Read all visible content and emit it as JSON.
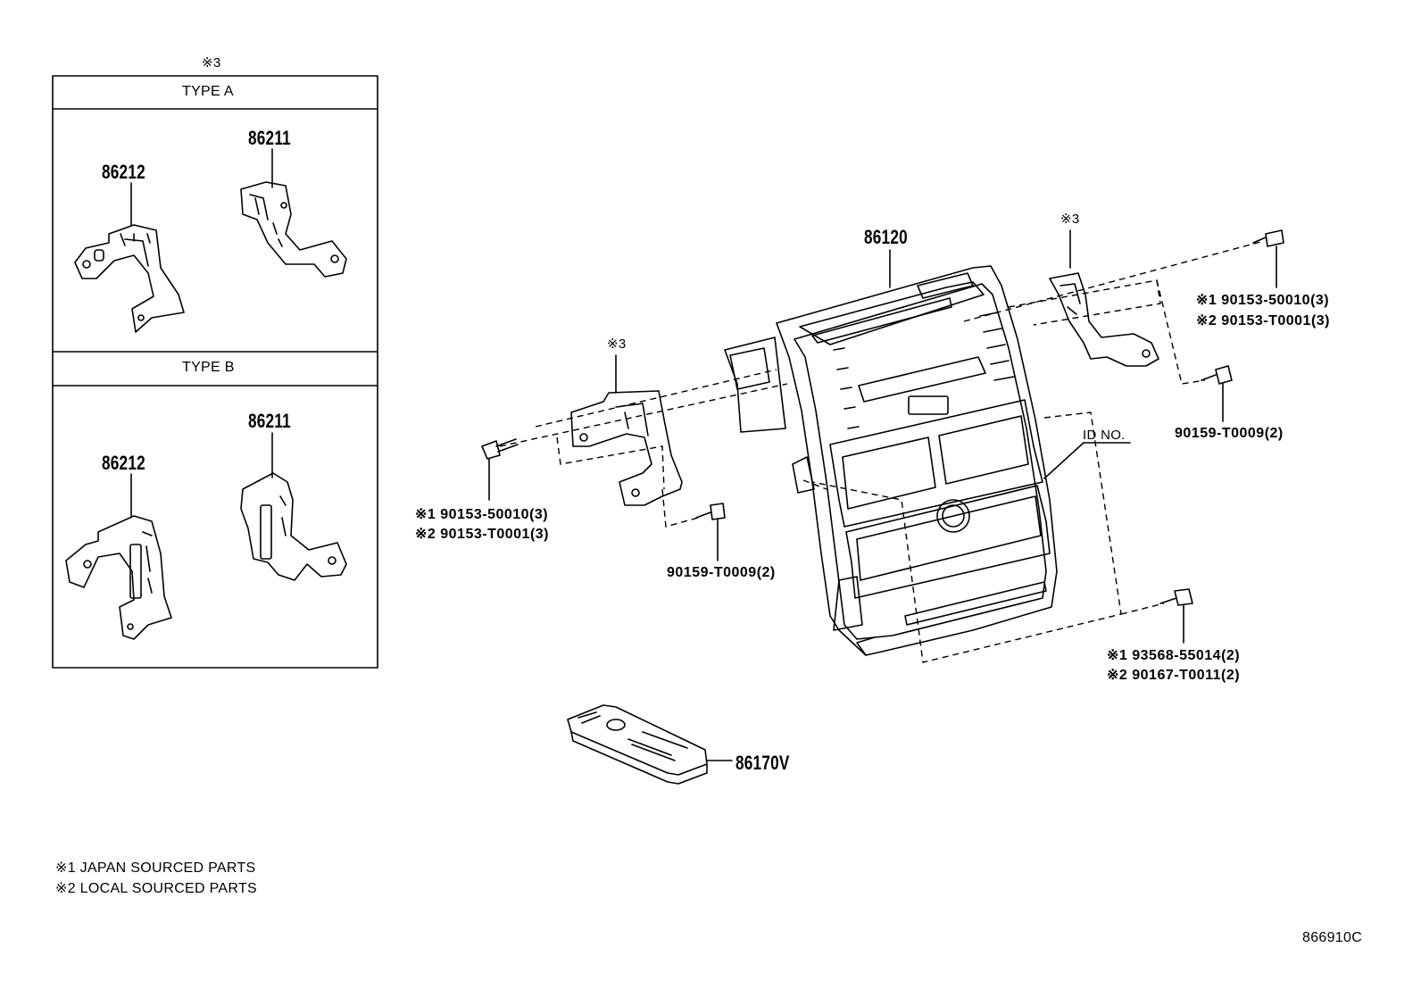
{
  "inset": {
    "note_mark": "※3",
    "type_a": {
      "title": "TYPE A",
      "part_left": "86212",
      "part_right": "86211"
    },
    "type_b": {
      "title": "TYPE B",
      "part_left": "86212",
      "part_right": "86211"
    }
  },
  "callouts": {
    "main_unit": "86120",
    "remote": "86170V",
    "id_no": "ID NO.",
    "bracket_left_mark": "※3",
    "bracket_right_mark": "※3",
    "screw_left_1": "※1 90153-50010(3)",
    "screw_left_2": "※2 90153-T0001(3)",
    "screw_right_1": "※1 90153-50010(3)",
    "screw_right_2": "※2 90153-T0001(3)",
    "bolt_center": "90159-T0009(2)",
    "bolt_right": "90159-T0009(2)",
    "screw_bottom_1": "※1 93568-55014(2)",
    "screw_bottom_2": "※2 90167-T0011(2)"
  },
  "legend": {
    "note1": "※1 JAPAN SOURCED PARTS",
    "note2": "※2 LOCAL SOURCED PARTS"
  },
  "diagram_code": "866910C"
}
